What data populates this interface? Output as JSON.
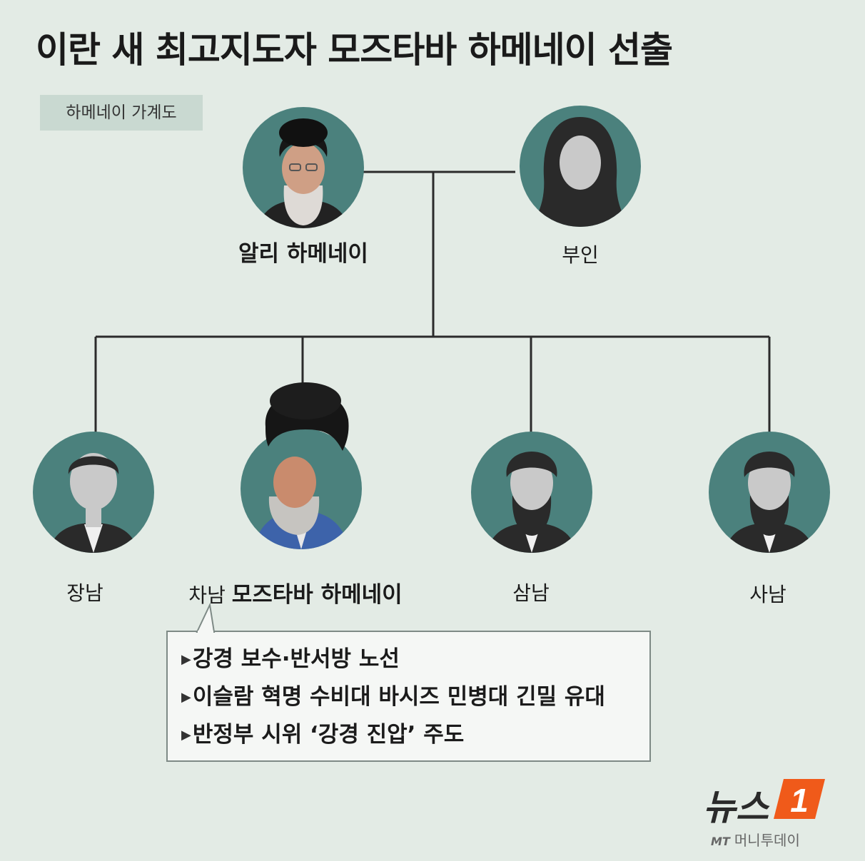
{
  "title": "이란 새 최고지도자 모즈타바 하메네이 선출",
  "subtitle": "하메네이 가계도",
  "father": {
    "name": "알리 하메네이"
  },
  "mother": {
    "name": "부인"
  },
  "children": [
    {
      "label": "장남"
    },
    {
      "prefix": "차남",
      "name": "모즈타바 하메네이"
    },
    {
      "label": "삼남"
    },
    {
      "label": "사남"
    }
  ],
  "callout": {
    "bullet_mark": "▶",
    "items": [
      "강경 보수·반서방 노선",
      "이슬람 혁명 수비대 바시즈 민병대 긴밀 유대",
      "반정부 시위 ‘강경 진압’ 주도"
    ]
  },
  "logo": {
    "news_text": "뉴스",
    "badge_text": "1",
    "mt_text": "MT",
    "sub_text": "머니투데이"
  },
  "colors": {
    "background": "#e3ebe5",
    "avatar_bg": "#4b817d",
    "silhouette": "#c9c9c9",
    "line": "#2b2b2b",
    "logo_orange": "#f05a1a"
  }
}
